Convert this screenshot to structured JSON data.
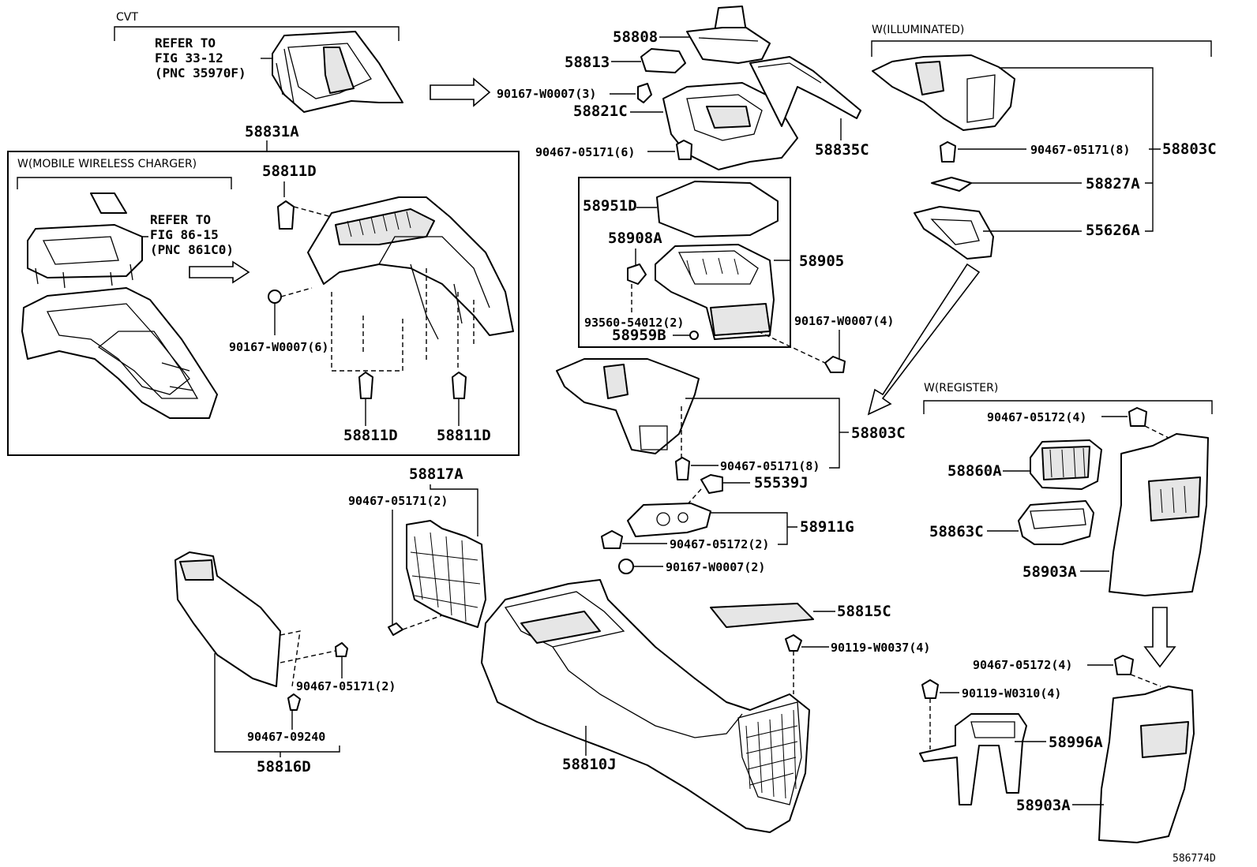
{
  "conditions": {
    "cvt": "CVT",
    "wireless_charger": "W(MOBILE WIRELESS CHARGER)",
    "illuminated": "W(ILLUMINATED)",
    "register": "W(REGISTER)"
  },
  "references": {
    "cvt_ref": [
      "REFER TO",
      "FIG 33-12",
      "(PNC 35970F)"
    ],
    "charger_ref": [
      "REFER TO",
      "FIG 86-15",
      "(PNC 861C0)"
    ]
  },
  "parts": {
    "p58808": "58808",
    "p58813": "58813",
    "p90167_w0007_3": "90167-W0007(3)",
    "p58821c": "58821C",
    "p90467_05171_6": "90467-05171(6)",
    "p58835c": "58835C",
    "p58831a": "58831A",
    "p58811d_top": "58811D",
    "p90167_w0007_6": "90167-W0007(6)",
    "p58811d_left": "58811D",
    "p58811d_right": "58811D",
    "p58951d": "58951D",
    "p58908a": "58908A",
    "p58905": "58905",
    "p93560": "93560-54012(2)",
    "p58959b": "58959B",
    "p90167_w0007_4": "90167-W0007(4)",
    "p90467_05171_8_top": "90467-05171(8)",
    "p58803c_top": "58803C",
    "p58827a": "58827A",
    "p55626a": "55626A",
    "p58803c_mid": "58803C",
    "p90467_05171_8_mid": "90467-05171(8)",
    "p55539j": "55539J",
    "p58911g": "58911G",
    "p90467_05172_2": "90467-05172(2)",
    "p90167_w0007_2": "90167-W0007(2)",
    "p58817a": "58817A",
    "p90467_05171_2_top": "90467-05171(2)",
    "p90467_05171_2_bot": "90467-05171(2)",
    "p90467_09240": "90467-09240",
    "p58816d": "58816D",
    "p58815c": "58815C",
    "p90119_w0037_4": "90119-W0037(4)",
    "p58810j": "58810J",
    "p90467_05172_4_top": "90467-05172(4)",
    "p58860a": "58860A",
    "p58863c": "58863C",
    "p58903a_top": "58903A",
    "p90467_05172_4_bot": "90467-05172(4)",
    "p90119_w0310_4": "90119-W0310(4)",
    "p58996a": "58996A",
    "p58903a_bot": "58903A"
  },
  "diagram_id": "586774D"
}
